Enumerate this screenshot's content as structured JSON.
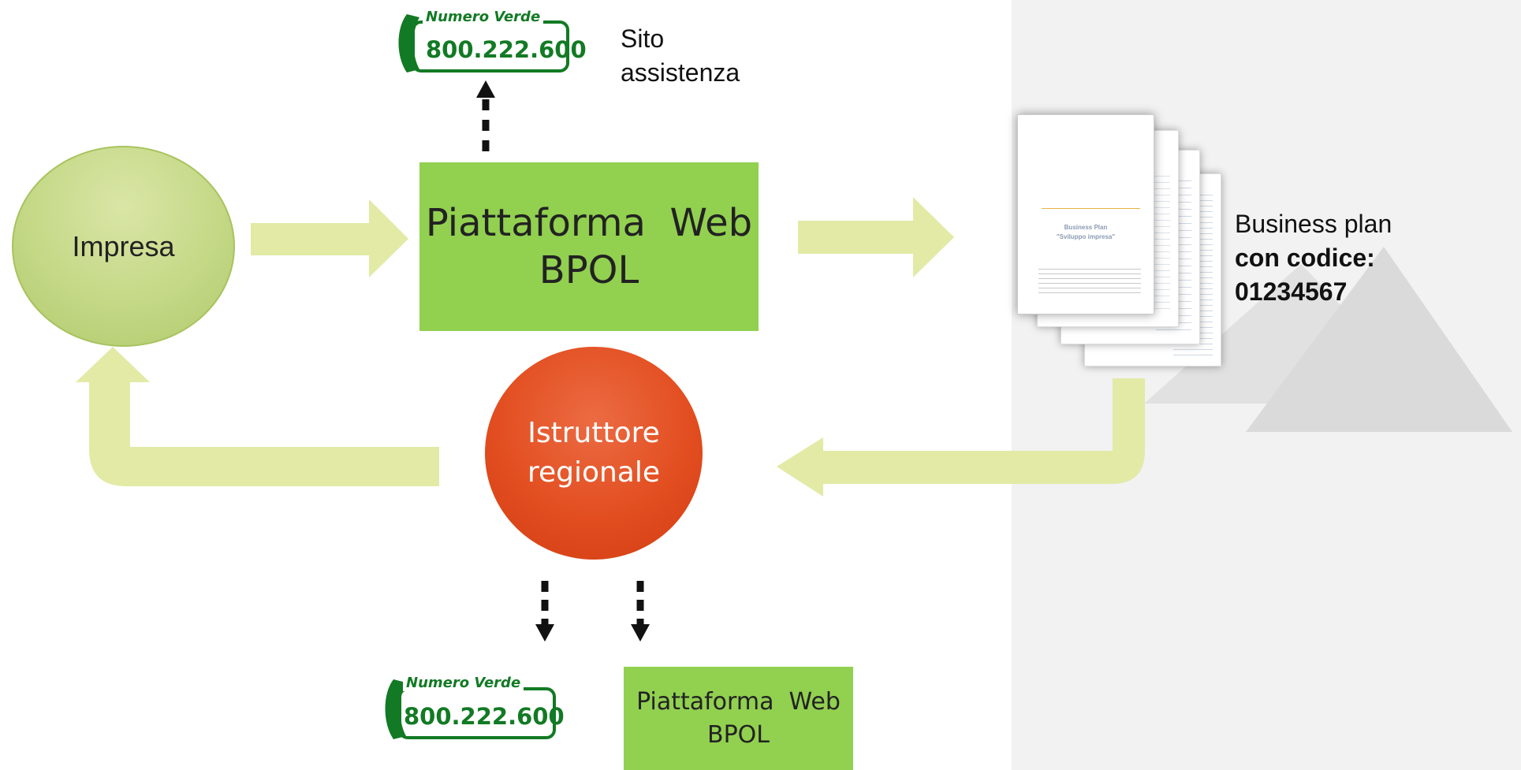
{
  "nodes": {
    "impresa": "Impresa",
    "platform_main": [
      "Piattaforma  Web",
      "BPOL"
    ],
    "istruttore": [
      "Istruttore",
      "regionale"
    ],
    "platform_small": [
      "Piattaforma  Web",
      "BPOL"
    ]
  },
  "phone_badge": {
    "title": "Numero Verde",
    "number": "800.222.600"
  },
  "sito_assistenza": [
    "Sito",
    "assistenza"
  ],
  "business_plan": {
    "line1": "Business plan",
    "line2": "con codice:",
    "line3": "01234567",
    "doc_title": "Business Plan",
    "doc_subtitle": "\"Sviluppo impresa\""
  },
  "colors": {
    "arrow_light": "#e2eaa6",
    "platform_green": "#92d050",
    "istruttore_red": "#e24e20",
    "impresa_green": "#c4d886",
    "phone_green": "#127a24",
    "panel_gray": "#f2f2f2"
  }
}
